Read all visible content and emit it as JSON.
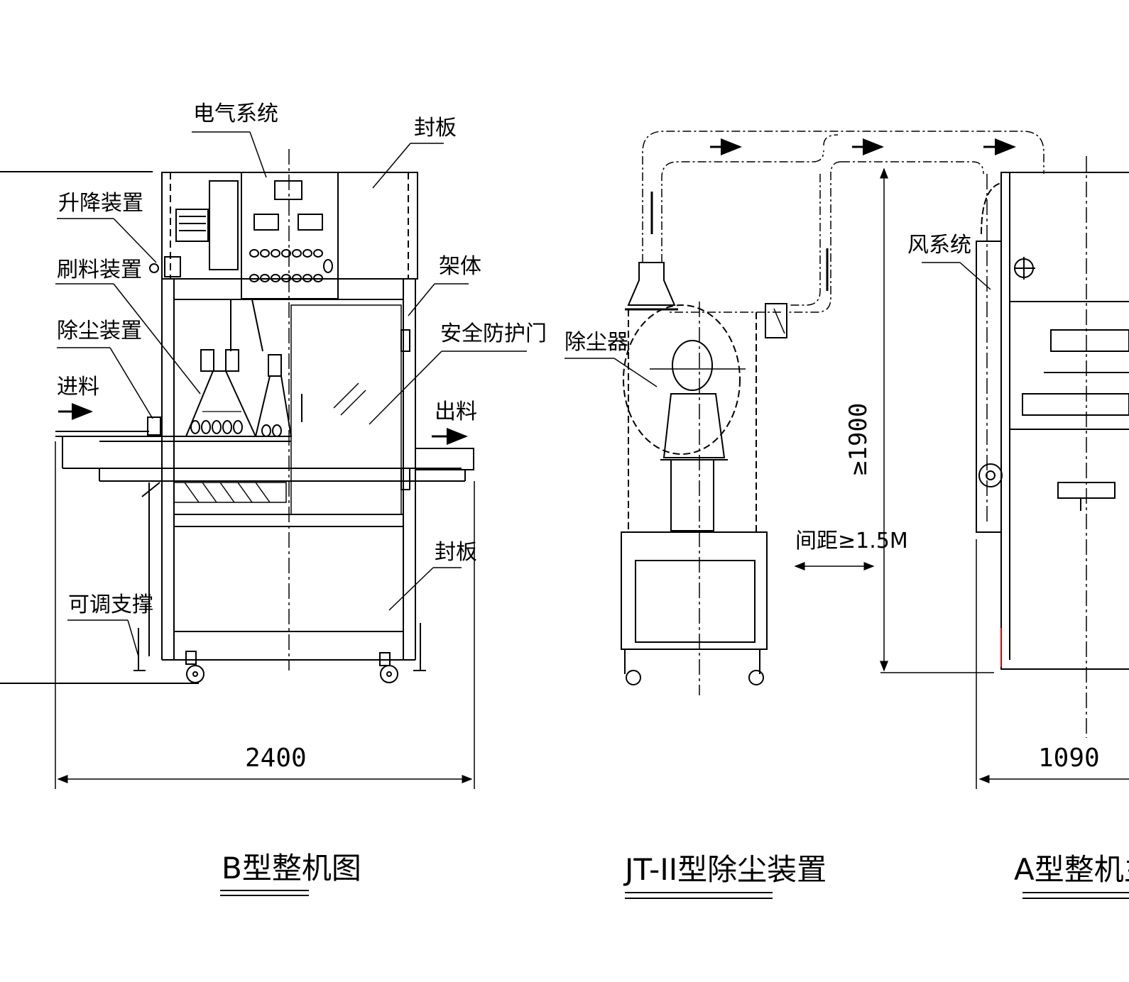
{
  "views": {
    "left": {
      "title": "B型整机图",
      "overall_width": "2400",
      "labels": {
        "electrical_system": "电气系统",
        "cover_panel": "封板",
        "lifting_device": "升降装置",
        "brush_device": "刷料装置",
        "deburr_device": "除尘装置",
        "infeed": "进料",
        "frame": "架体",
        "safety_door": "安全防护门",
        "outfeed": "出料",
        "side_panel": "封板",
        "leveling_support": "可调支撑"
      }
    },
    "middle": {
      "title": "JT-II型除尘装置",
      "height_dim": "≥1900",
      "spacing_dim": "间距≥1.5M",
      "labels": {
        "dust_collector": "除尘器"
      }
    },
    "right": {
      "title": "A型整机主视",
      "overall_width": "1090",
      "labels": {
        "duct_system": "风系统"
      }
    }
  }
}
